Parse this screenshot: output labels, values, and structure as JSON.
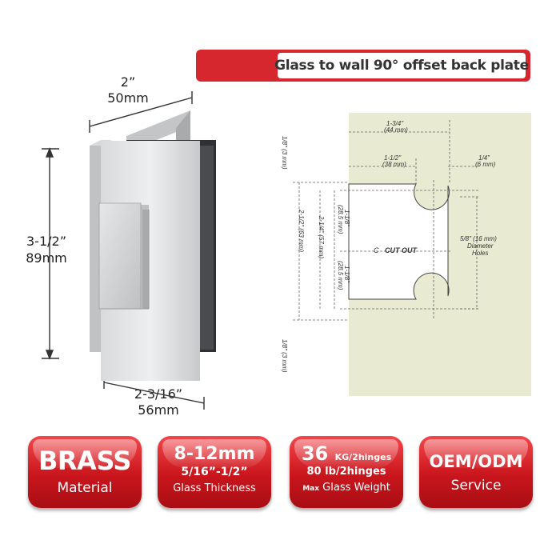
{
  "header": {
    "title": "Glass to wall 90° offset back plate"
  },
  "dimensions": {
    "width_in": "2”",
    "width_mm": "50mm",
    "height_in": "3-1/2”",
    "height_mm": "89mm",
    "depth_in": "2-3/16”",
    "depth_mm": "56mm"
  },
  "drawing": {
    "top_overall_in": "1-3/4\"",
    "top_overall_mm": "(44 mm)",
    "top_inner_in": "1-1/2\"",
    "top_inner_mm": "(38 mm)",
    "top_right_in": "1/4\"",
    "top_right_mm": "(6 mm)",
    "left_top": "1/8\" (3 mm)",
    "left_bottom": "1/8\" (3 mm)",
    "left_overall": "2-1/2\" (63 mm)",
    "left_mid": "2-1/4\" (57 mm)",
    "upper_half_in": "1-1/8\"",
    "upper_half_mm": "(28.5 mm)",
    "lower_half_in": "1-1/8\"",
    "lower_half_mm": "(28.5 mm)",
    "centerline": "C",
    "cutout": "CUT OUT",
    "holes_line1": "5/8\" (16 mm)",
    "holes_line2": "Diameter",
    "holes_line3": "Holes"
  },
  "badges": [
    {
      "line1": "BRASS",
      "line2": "Material"
    },
    {
      "line1": "8-12mm",
      "line2": "5/16”-1/2”",
      "line3": "Glass Thickness"
    },
    {
      "line1_big": "36",
      "line1_small": "KG/2hinges",
      "line2": "80 lb/2hinges",
      "line3_small": "Max",
      "line3": "Glass Weight"
    },
    {
      "line1": "OEM/ODM",
      "line2": "Service"
    }
  ],
  "colors": {
    "accent": "#d6262e",
    "panel": "#e8ead2"
  }
}
